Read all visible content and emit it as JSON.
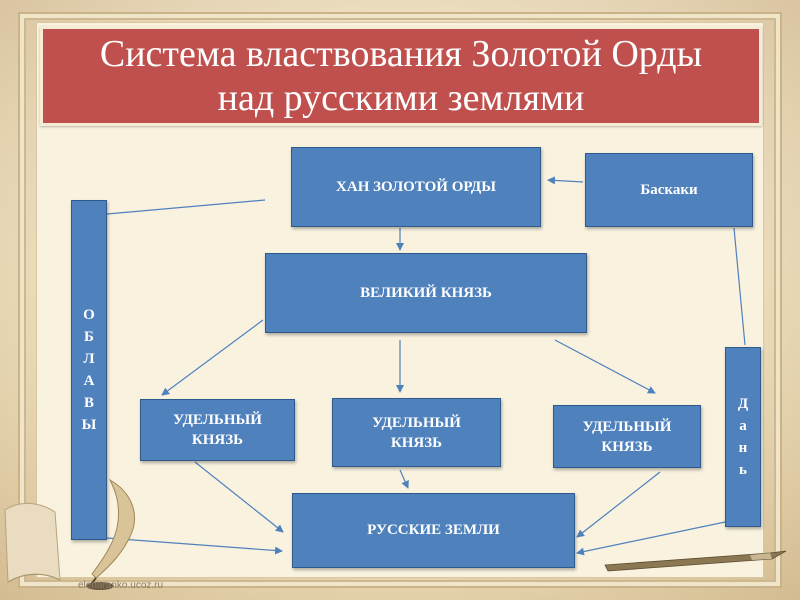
{
  "slide": {
    "title_line1": "Система властвования Золотой Орды",
    "title_line2": "над русскими землями",
    "watermark": "elenaranko.ucoz.ru"
  },
  "nodes": {
    "khan": "ХАН ЗОЛОТОЙ ОРДЫ",
    "baskaki": "Баскаки",
    "grand_prince": "ВЕЛИКИЙ КНЯЗЬ",
    "appanage_left": [
      "УДЕЛЬНЫЙ",
      "КНЯЗЬ"
    ],
    "appanage_center": [
      "УДЕЛЬНЫЙ",
      "КНЯЗЬ"
    ],
    "appanage_right": [
      "УДЕЛЬНЫЙ",
      "КНЯЗЬ"
    ],
    "russian_lands": "РУССКИЕ ЗЕМЛИ",
    "oblavy_letters": [
      "О",
      "Б",
      "Л",
      "А",
      "В",
      "Ы"
    ],
    "dan_letters": [
      "Д",
      "а",
      "н",
      "ь"
    ]
  },
  "colors": {
    "title_bg": "#c0504d",
    "box_bg": "#4f81bd",
    "connector": "#4f81bd"
  }
}
